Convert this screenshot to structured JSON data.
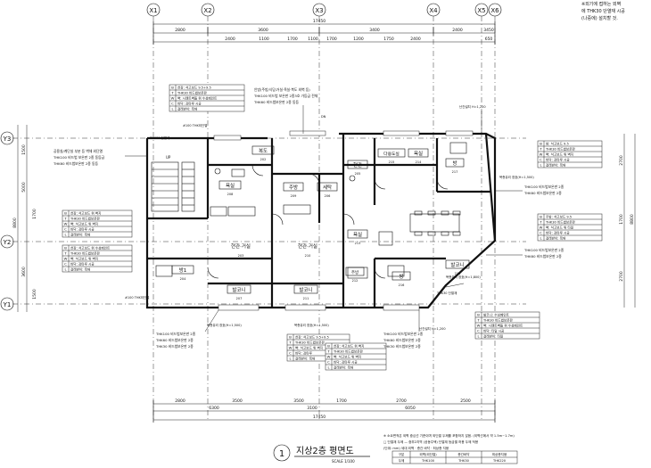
{
  "grid_top": [
    {
      "id": "x1",
      "label": "X1"
    },
    {
      "id": "x2",
      "label": "X2"
    },
    {
      "id": "x3",
      "label": "X3"
    },
    {
      "id": "x4",
      "label": "X4"
    },
    {
      "id": "x5",
      "label": "X5"
    },
    {
      "id": "x6",
      "label": "X6"
    }
  ],
  "grid_left": [
    {
      "id": "y3",
      "label": "Y3"
    },
    {
      "id": "y2",
      "label": "Y2"
    },
    {
      "id": "y1",
      "label": "Y1"
    }
  ],
  "dims": {
    "top_total": "17450",
    "top_row1": [
      "2800",
      "3600",
      "3400",
      "2400",
      "3450"
    ],
    "top_row2": [
      "2400",
      "1100",
      "1700",
      "1100",
      "1700",
      "1200",
      "1750",
      "2400",
      "650"
    ],
    "bottom_row1": [
      "2800",
      "3500",
      "3500",
      "1700",
      "2700",
      "2500"
    ],
    "bottom_row2": [
      "6300",
      "3100",
      "6050"
    ],
    "bottom_total": "17450",
    "left_outer": [
      "1500",
      "5000",
      "1700",
      "3600",
      "1500"
    ],
    "left_total": "8800",
    "right_inner": [
      "2700",
      "1700",
      "2700"
    ],
    "right_total": "8800"
  },
  "rooms": {
    "corridor": {
      "name": "복도",
      "code": "202"
    },
    "bath1": {
      "name": "욕실",
      "code": "208"
    },
    "kitchen1": {
      "name": "주방",
      "code": "209"
    },
    "living1": {
      "name": "현관·거실",
      "code": "203"
    },
    "room1": {
      "name": "방1",
      "code": "204"
    },
    "balcony1": {
      "name": "발코니",
      "code": "207"
    },
    "hall": {
      "name": "현관",
      "code": "205"
    },
    "laundry": {
      "name": "세탁",
      "code": "206"
    },
    "living2": {
      "name": "현관·거실",
      "code": "210"
    },
    "balcony2": {
      "name": "발코니",
      "code": "211"
    },
    "kitchen2": {
      "name": "주방",
      "code": "212"
    },
    "bath2": {
      "name": "욕실",
      "code": "213"
    },
    "bath3": {
      "name": "욕실",
      "code": "214"
    },
    "multi": {
      "name": "다용도실",
      "code": "215"
    },
    "room2": {
      "name": "방",
      "code": "217"
    },
    "room3": {
      "name": "방",
      "code": "216"
    },
    "balcony3": {
      "name": "발코니",
      "code": "218"
    },
    "up": "UP"
  },
  "notes": {
    "corner": [
      "※외기에 접하는 외벽",
      "에 THK30 단열재 시공",
      "(나중에) 설치할 것."
    ],
    "center_top": [
      "안방(주방/식당/거실·욕실·복도 외벽 등)",
      "THK100 비드법 보온판 2종3호 가등급 전체",
      "THK60 비드법보온판 2종 동등"
    ],
    "left_top": [
      "공용실/계단실 부분 등 벽체 외단열",
      "THK100 비드법 보온판 2종 동등급",
      "THK60 비드법보온판 2종 동등"
    ],
    "right_upper": [
      "THK100 비드법보온판 2종",
      "THK60 비드법보온판 2종"
    ],
    "right_mid": [
      "THK100 비드법보온판 2종",
      "THK60 비드법보온판 2종"
    ],
    "bottom_left": [
      "THK100 비드법보온판 2종",
      "THK60 비드법보온판 2종",
      "THK30 비드법보온판 2종"
    ],
    "bottom_mid": [
      "THK100 비드법보온판 2종",
      "THK60 비드법보온판 2종",
      "THK30 비드법보온판 2종"
    ],
    "t_label_a": "#100 THK외단열",
    "t_label_b": "#100 THK외단열",
    "chassis_a": "복층유리 창호(H=1,500)",
    "chassis_b": "복층유리 창호(H=1,500)",
    "chassis_c": "복층유리 창호(H=1,500)",
    "chassis_d": "복층유리 창호(H=1,800)",
    "railing": "난간설치 H=1,200",
    "dn": "DN",
    "t1": "THK30 단열재",
    "t2": "THK30 단열재",
    "footnote1": "※ 소요면적은 외벽 중심선 기준이며 외단열 두께를 포함하지 않음. (외벽선에서 약 1.5m~1.7m)",
    "footnote2": "□ 단열재 두께 — 중부2지역 (공동주택) 단열재 등급별 허용 두께 적용",
    "footnote3": "(단위: mm) 세대 외벽 · 층간 바닥 · 최상층 지붕"
  },
  "legend_tables": {
    "tl": {
      "codes": [
        "B",
        "T",
        "W",
        "C",
        "L"
      ],
      "texts": [
        "천장: 석고보드 9.5+9.5",
        "THK30 비드법보온판",
        "벽: 시멘트벽돌 위 수성페인트",
        "바닥: 강마루 시공",
        "걸레받이: 목재"
      ]
    },
    "ct": {
      "codes": [
        "B",
        "T",
        "W",
        "C",
        "L"
      ],
      "texts": [
        "천장: 석고보드 9.5+9.5",
        "THK30 비드법보온판",
        "벽: 석고보드 위 벽지",
        "바닥: 강마루",
        "걸레받이: 목재"
      ]
    },
    "ml": {
      "codes": [
        "B",
        "T",
        "W",
        "C",
        "L"
      ],
      "texts": [
        "천장: 석고보드 위 벽지",
        "THK30 비드법보온판",
        "벽: 석고보드 위 벽지",
        "바닥: 강마루 시공",
        "걸레받이: 목재"
      ]
    },
    "bl": {
      "codes": [
        "B",
        "T",
        "W",
        "C",
        "L"
      ],
      "texts": [
        "천장: 석고보드 위 수성페인트",
        "THK30 비드법보온판",
        "벽: 석고보드 위 벽지",
        "바닥: 강마루 시공",
        "걸레받이: 목재"
      ]
    },
    "tr": {
      "codes": [
        "B",
        "T",
        "W",
        "C",
        "L"
      ],
      "texts": [
        "방: 석고보드 9.5",
        "THK30 비드법보온판",
        "벽: 석고보드 위 벽지",
        "바닥: 강마루 시공",
        "걸레받이: 목재"
      ]
    },
    "mr": {
      "codes": [
        "B",
        "T",
        "W",
        "C",
        "L"
      ],
      "texts": [
        "주방: 석고보드 9.5",
        "THK30 비드법보온판",
        "벽: 석고보드 위 타일",
        "바닥: 강마루 시공",
        "걸레받이: 목재"
      ]
    },
    "br": {
      "codes": [
        "B",
        "T",
        "W",
        "C",
        "L"
      ],
      "texts": [
        "발코니: 수성페인트",
        "THK30 비드법보온판",
        "벽: 시멘트벽돌 위 수성페인트",
        "바닥: 타일 시공",
        "걸레받이: 타일"
      ]
    },
    "bm": {
      "codes": [
        "B",
        "T",
        "W",
        "C",
        "L"
      ],
      "texts": [
        "천장: 석고보드 위 벽지",
        "THK30 비드법보온판",
        "벽: 석고보드 위 벽지",
        "바닥: 강마루 시공",
        "걸레받이: 목재"
      ]
    }
  },
  "bottom_table": {
    "headers": [
      "구분",
      "외벽(외단열)",
      "층간바닥",
      "최상층지붕"
    ],
    "row": [
      "두께",
      "THK100",
      "THK30",
      "THK220"
    ]
  },
  "title": {
    "number": "1",
    "text": "지상2층 평면도",
    "scale": "SCALE 1/100"
  }
}
